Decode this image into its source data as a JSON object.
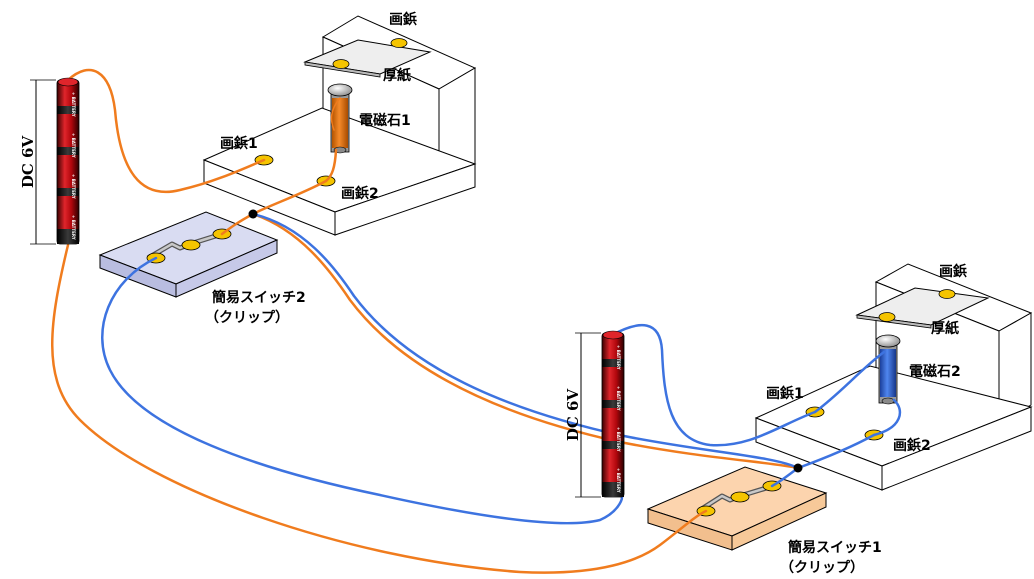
{
  "labels": {
    "pin_top_a": "画鋲",
    "cardboard_a": "厚紙",
    "magnet_a": "電磁石1",
    "pin1_a": "画鋲1",
    "pin2_a": "画鋲2",
    "voltage_a": "DC 6V",
    "switch2_line1": "簡易スイッチ2",
    "switch2_line2": "（クリップ）",
    "pin_top_b": "画鋲",
    "cardboard_b": "厚紙",
    "magnet_b": "電磁石2",
    "pin1_b": "画鋲1",
    "pin2_b": "画鋲2",
    "voltage_b": "DC 6V",
    "switch1_line1": "簡易スイッチ1",
    "switch1_line2": "（クリップ）"
  },
  "colors": {
    "wire_orange": "#f07c1e",
    "wire_blue": "#3d73e0",
    "pin_gold": "#f5c400",
    "battery_red": "#d9161c",
    "magnet1": "#f07c1e",
    "magnet2": "#3d73e0",
    "switch2_fill": "#d9dcf2",
    "switch1_fill": "#fcd4ae"
  }
}
